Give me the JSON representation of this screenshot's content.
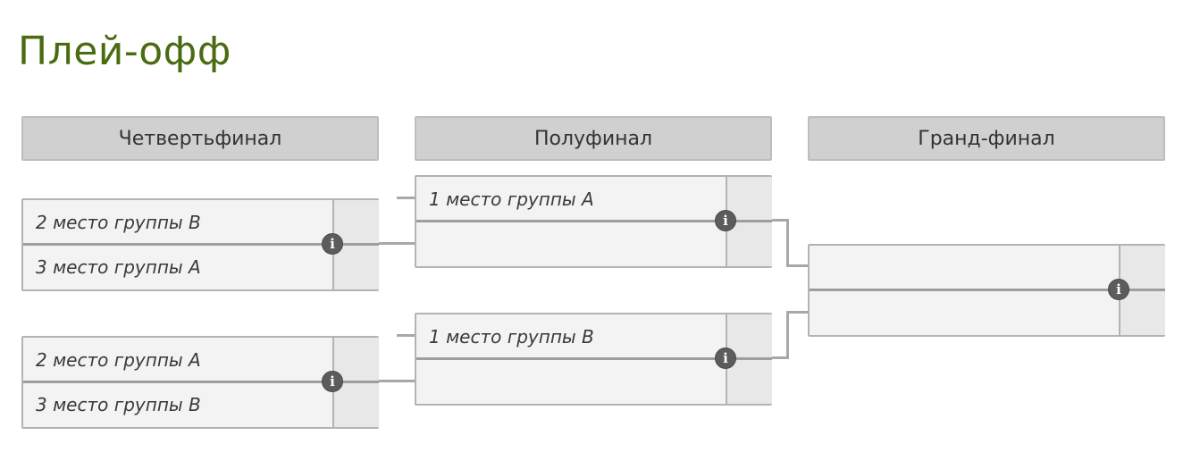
{
  "page": {
    "title": "Плей-офф"
  },
  "rounds": [
    {
      "id": "qf",
      "label": "Четвертьфинал"
    },
    {
      "id": "sf",
      "label": "Полуфинал"
    },
    {
      "id": "gf",
      "label": "Гранд-финал"
    }
  ],
  "matches": {
    "qf1": {
      "top": "2 место группы B",
      "bottom": "3 место группы A"
    },
    "qf2": {
      "top": "2 место группы A",
      "bottom": "3 место группы B"
    },
    "sf1": {
      "top": "1 место группы A",
      "bottom": ""
    },
    "sf2": {
      "top": "1 место группы B",
      "bottom": ""
    },
    "gf": {
      "top": "",
      "bottom": ""
    }
  },
  "icons": {
    "info": "info-icon"
  },
  "colors": {
    "title": "#4a6b10",
    "header_bg": "#d0d0d0",
    "match_bg": "#f3f3f3",
    "connector": "#a8a8a8",
    "info_icon": "#5c5c5c"
  }
}
